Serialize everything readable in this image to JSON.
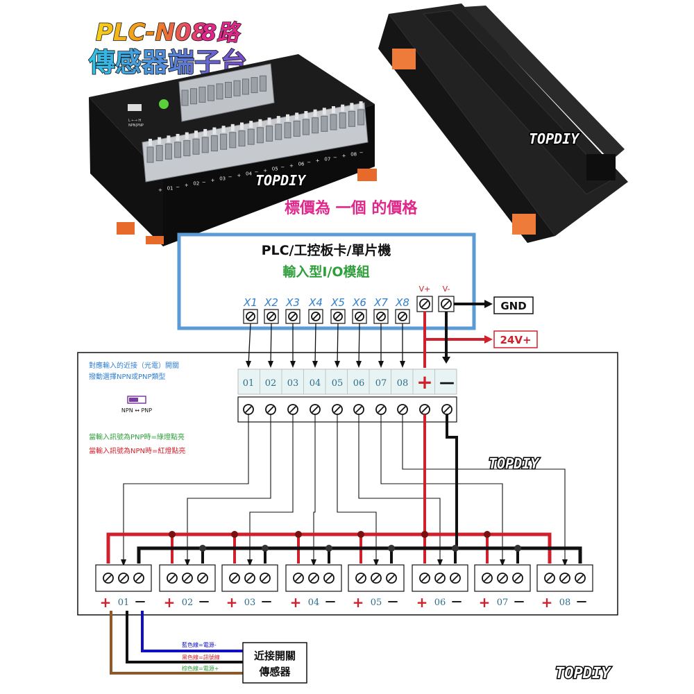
{
  "header": {
    "model": "PLC-N08",
    "channels": "8路",
    "subtitle": "傳感器端子台"
  },
  "price_note": "標價為 一個 的價格",
  "watermark": "TOPDIY",
  "plc_box": {
    "title": "PLC/工控板卡/單片機",
    "subtitle": "輸入型I/O模組",
    "inputs": [
      "X1",
      "X2",
      "X3",
      "X4",
      "X5",
      "X6",
      "X7",
      "X8"
    ],
    "vplus": "V+",
    "vminus": "V-"
  },
  "power": {
    "gnd": "GND",
    "v24": "24V+"
  },
  "board": {
    "channels": [
      "01",
      "02",
      "03",
      "04",
      "05",
      "06",
      "07",
      "08"
    ],
    "plus": "+",
    "minus": "—",
    "note_line1": "對應輸入的近接（光電）開關",
    "note_line2": "撥動選擇NPN或PNP類型",
    "switch_label": "NPN ↔ PNP",
    "note_green": "當輸入訊號為PNP時=綠燈點亮",
    "note_red": "當輸入訊號為NPN時=紅燈點亮"
  },
  "photo_board": {
    "switch_text1": "L ←→ H",
    "switch_text2": "NPN|PNP",
    "labels": [
      "+",
      "01",
      "−",
      "+",
      "02",
      "−",
      "+",
      "03",
      "−",
      "+",
      "04",
      "−",
      "+",
      "05",
      "−",
      "+",
      "06",
      "−",
      "+",
      "07",
      "−",
      "+",
      "08",
      "−"
    ]
  },
  "sensor": {
    "name_line1": "近接開關",
    "name_line2": "傳感器",
    "wire_blue": "藍色線=電源-",
    "wire_black": "黑色線=訊號線",
    "wire_brown": "棕色線=電源+"
  },
  "colors": {
    "plc_frame": "#5b9bd5",
    "red_wire": "#d0202c",
    "black_wire": "#111111",
    "blue_wire": "#1010c0",
    "brown_wire": "#8b5a2b",
    "green_text": "#2e9e3a",
    "red_text": "#d0202c",
    "blue_text": "#2f7fd0",
    "channel_text": "#2e6f8e"
  }
}
